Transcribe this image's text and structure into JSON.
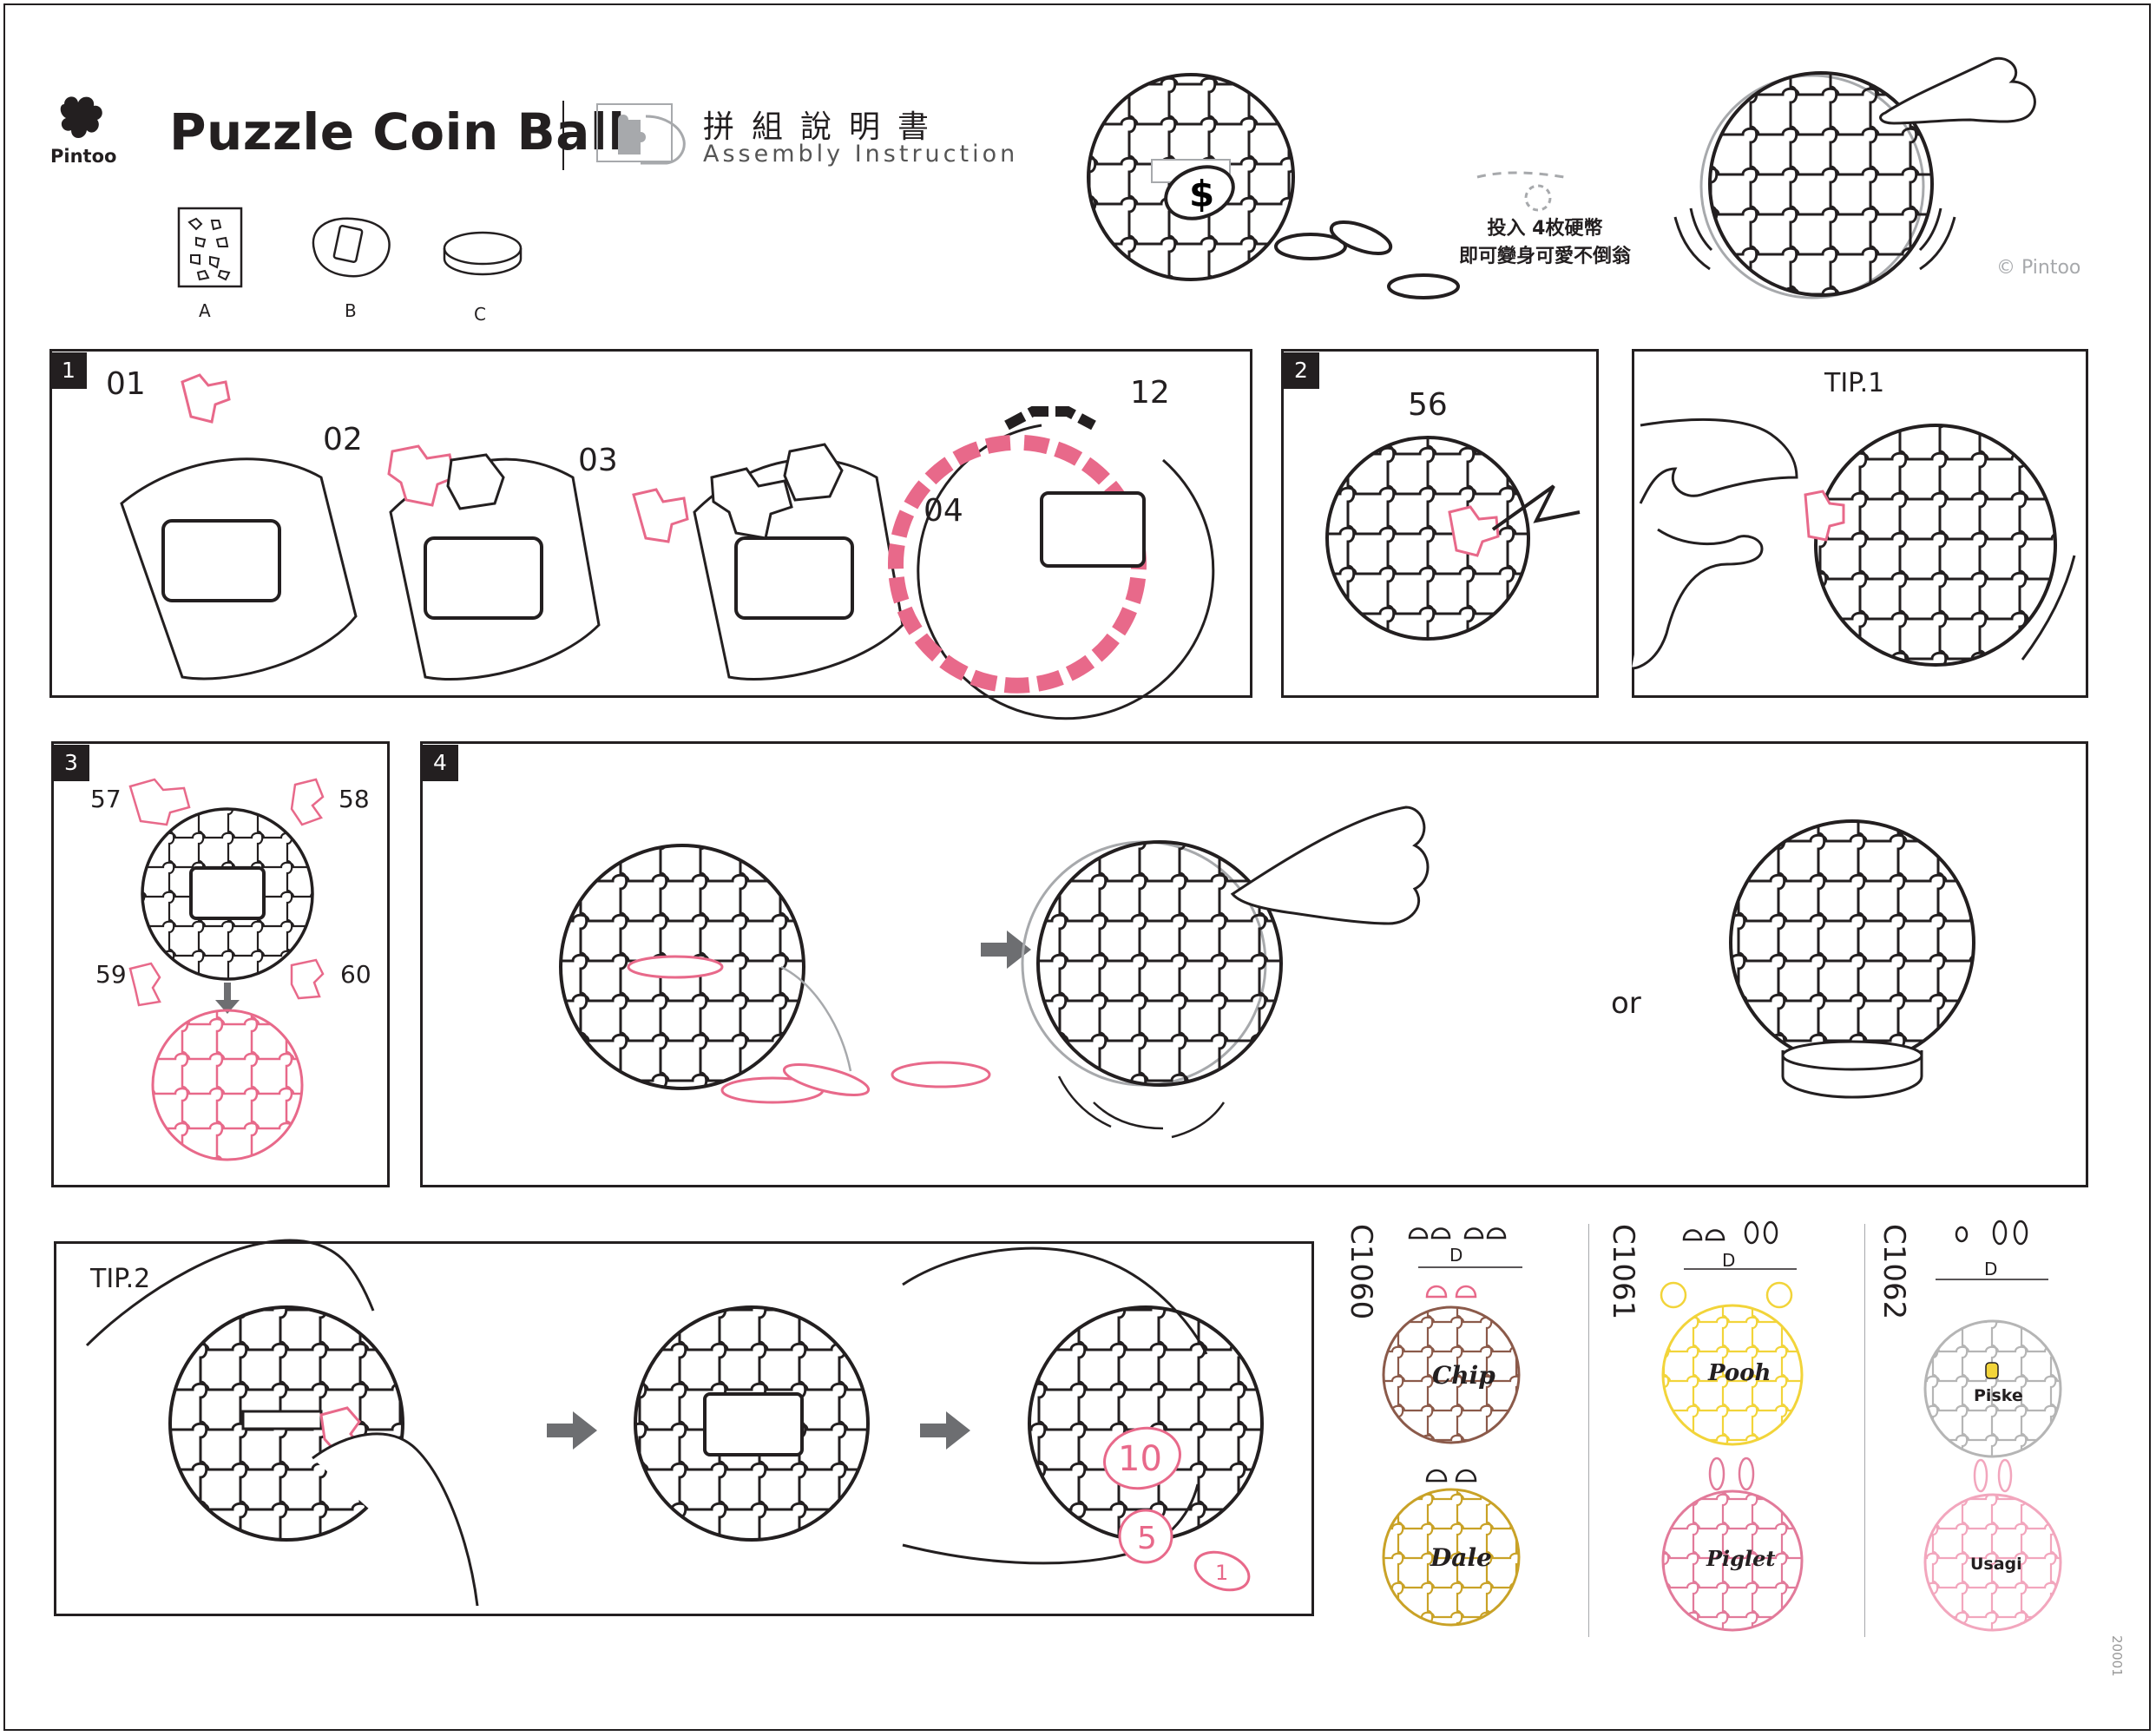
{
  "header": {
    "brand": "Pintoo",
    "title": "Puzzle Coin Ball",
    "subtitle_cn": "拼組說明書",
    "subtitle_en": "Assembly Instruction"
  },
  "parts": [
    "A",
    "B",
    "C"
  ],
  "hero": {
    "coin_symbol": "$",
    "note_line1": "投入 4枚硬幣",
    "note_line2": "即可變身可愛不倒翁",
    "copyright": "© Pintoo"
  },
  "steps": {
    "s1": {
      "badge": "1",
      "labels": [
        "01",
        "02",
        "03",
        "04",
        "12"
      ]
    },
    "s2": {
      "badge": "2",
      "label": "56"
    },
    "tip1": {
      "title": "TIP.1"
    },
    "s3": {
      "badge": "3",
      "labels": [
        "57",
        "58",
        "59",
        "60"
      ]
    },
    "s4": {
      "badge": "4",
      "or": "or"
    },
    "tip2": {
      "title": "TIP.2",
      "coins": [
        "10",
        "5",
        "1"
      ]
    }
  },
  "variants": [
    {
      "code": "C1060",
      "part": "D",
      "names": [
        "Chip",
        "Dale"
      ]
    },
    {
      "code": "C1061",
      "part": "D",
      "names": [
        "Pooh",
        "Piglet"
      ]
    },
    {
      "code": "C1062",
      "part": "D",
      "names": [
        "Piske",
        "Usagi"
      ]
    }
  ],
  "doc_code": "20001",
  "colors": {
    "ink": "#231f20",
    "accent_pink": "#e8698a",
    "grey": "#a7a9ac",
    "chip_brown": "#8b5a4a",
    "dale_gold": "#c9a227",
    "pooh_yellow": "#f2d43a",
    "piglet_pink": "#e27a9a",
    "usagi_pink": "#f2a6bd"
  }
}
